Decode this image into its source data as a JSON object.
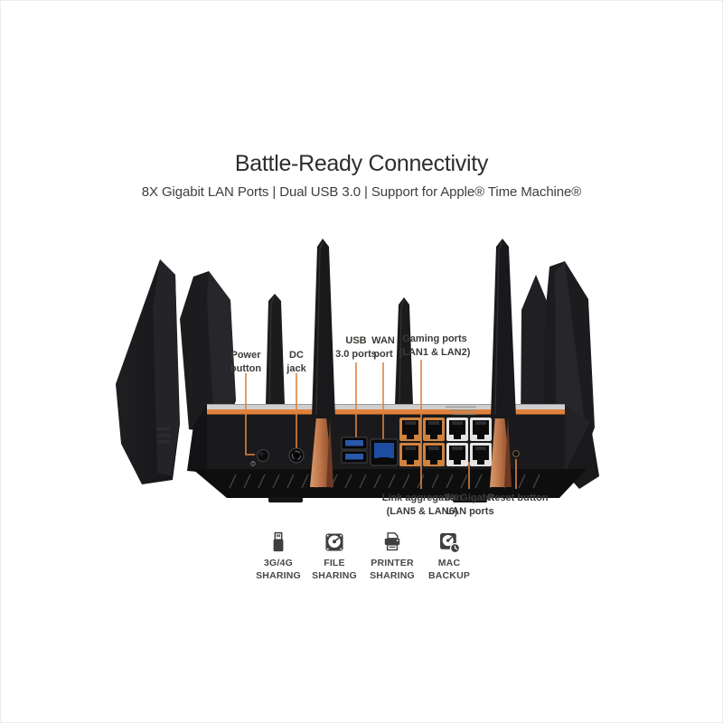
{
  "header": {
    "title": "Battle-Ready Connectivity",
    "subtitle": "8X Gigabit LAN Ports | Dual USB 3.0 | Support for Apple® Time Machine®"
  },
  "device": {
    "name": "gaming router rear view",
    "accent_orange": "#e0813c",
    "copper": "#c07a4a",
    "body_black": "#1a1a1c",
    "usb_blue": "#2a57a8",
    "wan_blue": "#1d4da0"
  },
  "callouts": {
    "power": "Power\nbutton",
    "dc": "DC\njack",
    "usb": "USB\n3.0 ports",
    "wan": "WAN\nport",
    "gaming": "Gaming ports\n(LAN1 & LAN2)",
    "link_aggregation": "Link aggregation\n(LAN5 & LAN6)",
    "lan8": "8X Gigabit\nLAN ports",
    "reset": "Reset button"
  },
  "features": [
    {
      "icon": "usb-dongle-icon",
      "label": "3G/4G\nSHARING"
    },
    {
      "icon": "hard-drive-icon",
      "label": "FILE\nSHARING"
    },
    {
      "icon": "printer-icon",
      "label": "PRINTER\nSHARING"
    },
    {
      "icon": "time-machine-backup-icon",
      "label": "MAC\nBACKUP"
    }
  ]
}
